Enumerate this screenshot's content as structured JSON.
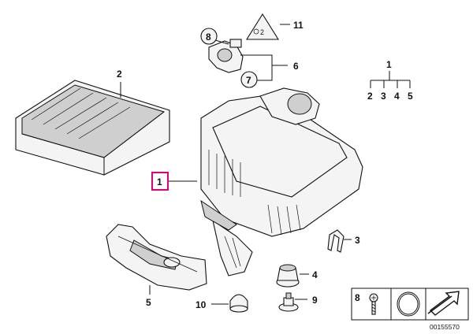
{
  "callouts": {
    "c1": "1",
    "c2": "2",
    "c3": "3",
    "c4": "4",
    "c5": "5",
    "c6": "6",
    "c7": "7",
    "c8": "8",
    "c9": "9",
    "c10": "10",
    "c11": "11"
  },
  "legend_tree": {
    "root": "1",
    "children": [
      "2",
      "3",
      "4",
      "5"
    ]
  },
  "warning_label_text": "2",
  "kit_box": {
    "item_label": "8"
  },
  "diagram_id": "00155570",
  "highlight_color": "#e0007a"
}
